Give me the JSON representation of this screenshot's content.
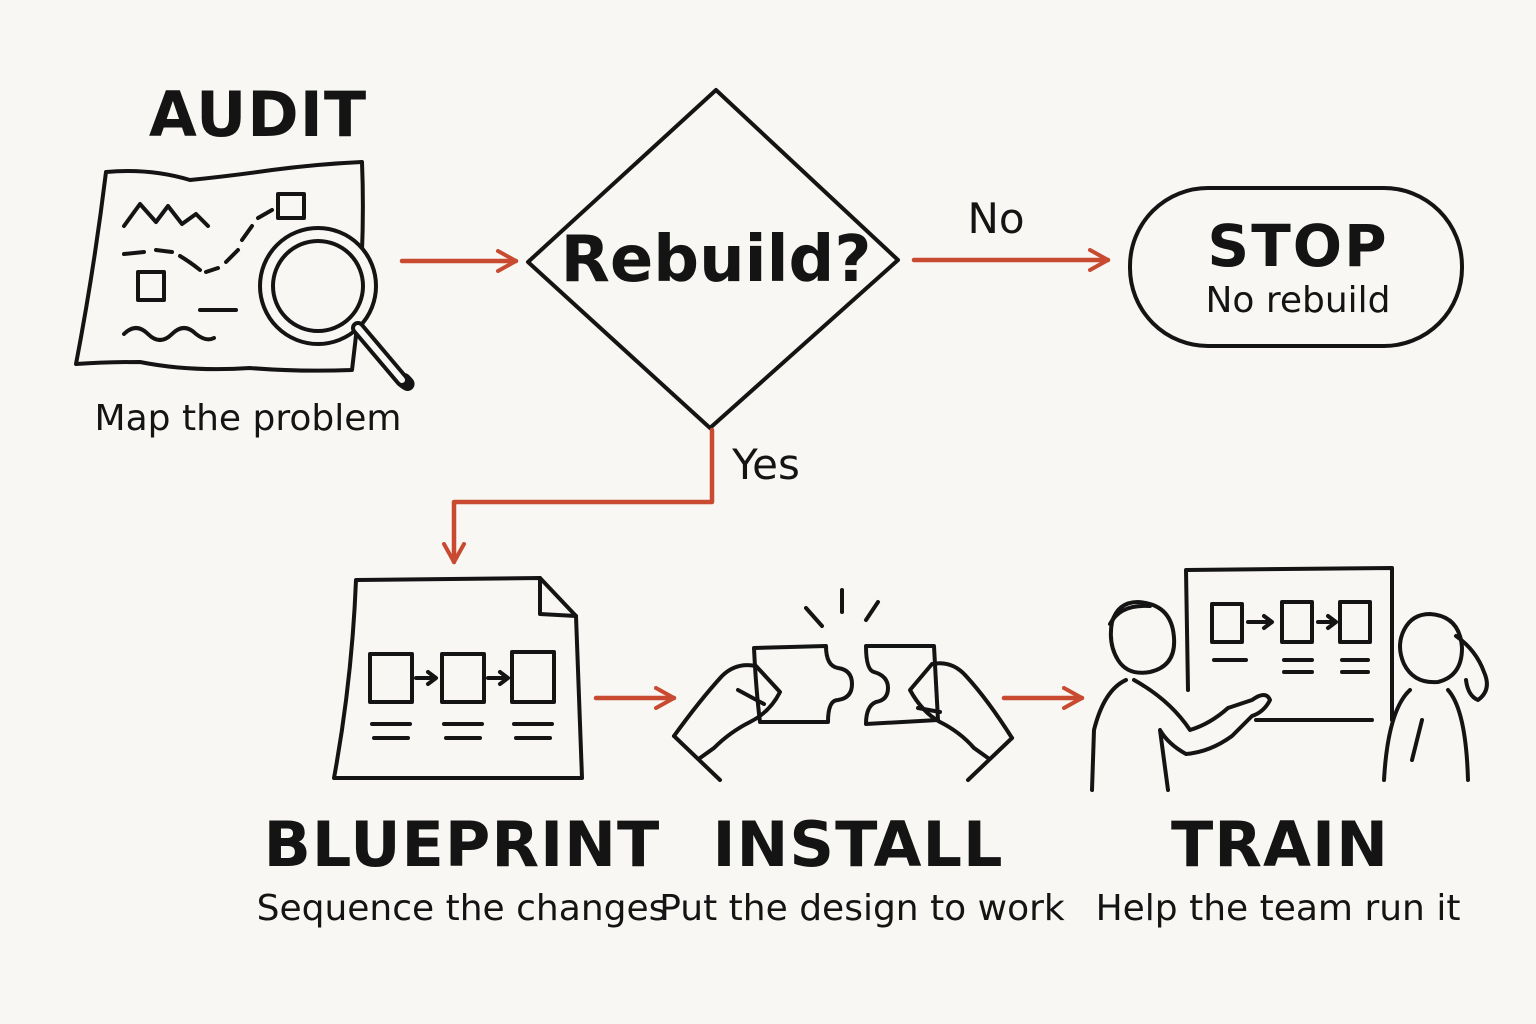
{
  "colors": {
    "ink": "#141414",
    "arrow": "#c84b31",
    "background": "#f8f7f3"
  },
  "nodes": {
    "audit": {
      "title": "AUDIT",
      "subtitle": "Map the problem",
      "icon": "map-magnifier-icon"
    },
    "decision": {
      "label": "Rebuild?"
    },
    "stop": {
      "title": "STOP",
      "subtitle": "No rebuild"
    },
    "blueprint": {
      "title": "BLUEPRINT",
      "subtitle": "Sequence the changes",
      "icon": "blueprint-document-icon"
    },
    "install": {
      "title": "INSTALL",
      "subtitle": "Put the design to work",
      "icon": "puzzle-hands-icon"
    },
    "train": {
      "title": "TRAIN",
      "subtitle": "Help the team run it",
      "icon": "team-presentation-icon"
    }
  },
  "edges": {
    "no_label": "No",
    "yes_label": "Yes"
  }
}
